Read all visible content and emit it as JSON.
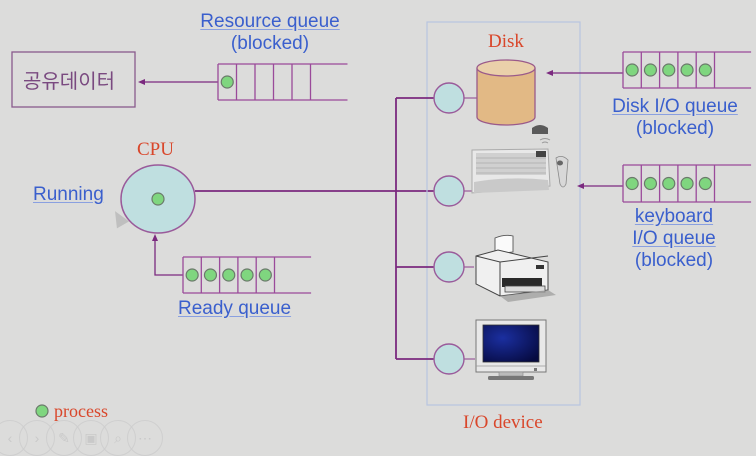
{
  "title": "Process queues: CPU, resource queue and I/O device queues",
  "colors": {
    "background": "#dcdcdb",
    "line": "#7b2a7f",
    "queue_border": "#9a4a9a",
    "process_fill": "#7fd67f",
    "process_stroke": "#6b7a6b",
    "server_fill": "#bfdfe0",
    "server_stroke": "#9a5a9a",
    "device_box": "#b8c4e0",
    "blue_label": "#3a5fcd",
    "red_label": "#d9472b",
    "disk_fill": "#e2b985",
    "disk_stroke": "#9a5a8a"
  },
  "shared_data_box": {
    "label": "공유데이터"
  },
  "resource_queue": {
    "label_line1": "Resource queue",
    "label_line2": "(blocked)",
    "slots": 6,
    "processes": 1
  },
  "cpu": {
    "title": "CPU",
    "state_label": "Running",
    "processes": 1
  },
  "ready_queue": {
    "label": "Ready queue",
    "slots": 6,
    "processes": 5
  },
  "io_devices": {
    "label": "I/O device",
    "devices": [
      {
        "name": "Disk",
        "icon": "disk-icon"
      },
      {
        "name": "",
        "icon": "keyboard-mouse-icon"
      },
      {
        "name": "",
        "icon": "printer-icon"
      },
      {
        "name": "",
        "icon": "monitor-icon"
      }
    ]
  },
  "disk_queue": {
    "label_line1": "Disk I/O queue",
    "label_line2": "(blocked)",
    "slots": 6,
    "processes": 5
  },
  "keyboard_queue": {
    "label_line1": "keyboard",
    "label_line2": "I/O queue",
    "label_line3": "(blocked)",
    "slots": 6,
    "processes": 5
  },
  "legend": {
    "label": "process",
    "icon": "process-dot-icon"
  },
  "toolbar": {
    "buttons": [
      {
        "name": "previous-slide-button",
        "glyph": "‹"
      },
      {
        "name": "next-slide-button",
        "glyph": "›"
      },
      {
        "name": "pen-button",
        "glyph": "✎"
      },
      {
        "name": "slides-button",
        "glyph": "▣"
      },
      {
        "name": "zoom-button",
        "glyph": "⌕"
      },
      {
        "name": "more-button",
        "glyph": "⋯"
      }
    ]
  }
}
